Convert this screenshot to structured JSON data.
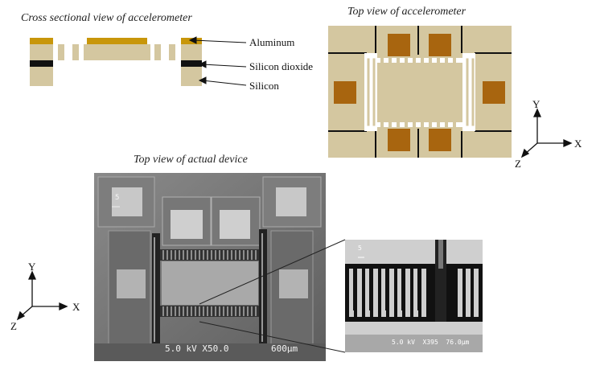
{
  "titles": {
    "cross_section": "Cross sectional view of accelerometer",
    "top_view": "Top view of accelerometer",
    "actual_device": "Top view of actual device"
  },
  "layer_labels": {
    "aluminum": "Aluminum",
    "silicon_dioxide": "Silicon dioxide",
    "silicon": "Silicon"
  },
  "axes_top": {
    "y": "Y",
    "x": "X",
    "z": "Z"
  },
  "axes_bottom": {
    "y": "Y",
    "x": "X",
    "z": "Z"
  },
  "sem_main": {
    "scale_mark": "5",
    "caption": "5.0 kV X50.0",
    "scale": "600µm"
  },
  "sem_zoom": {
    "scale_mark": "5",
    "caption": "5.0 kV  X395  76.0µm"
  },
  "colors": {
    "silicon": "#d4c7a0",
    "aluminum_pad": "#a8650f",
    "aluminum_layer": "#c8960a",
    "oxide": "#111111",
    "sem_dark": "#4a4a4a"
  }
}
